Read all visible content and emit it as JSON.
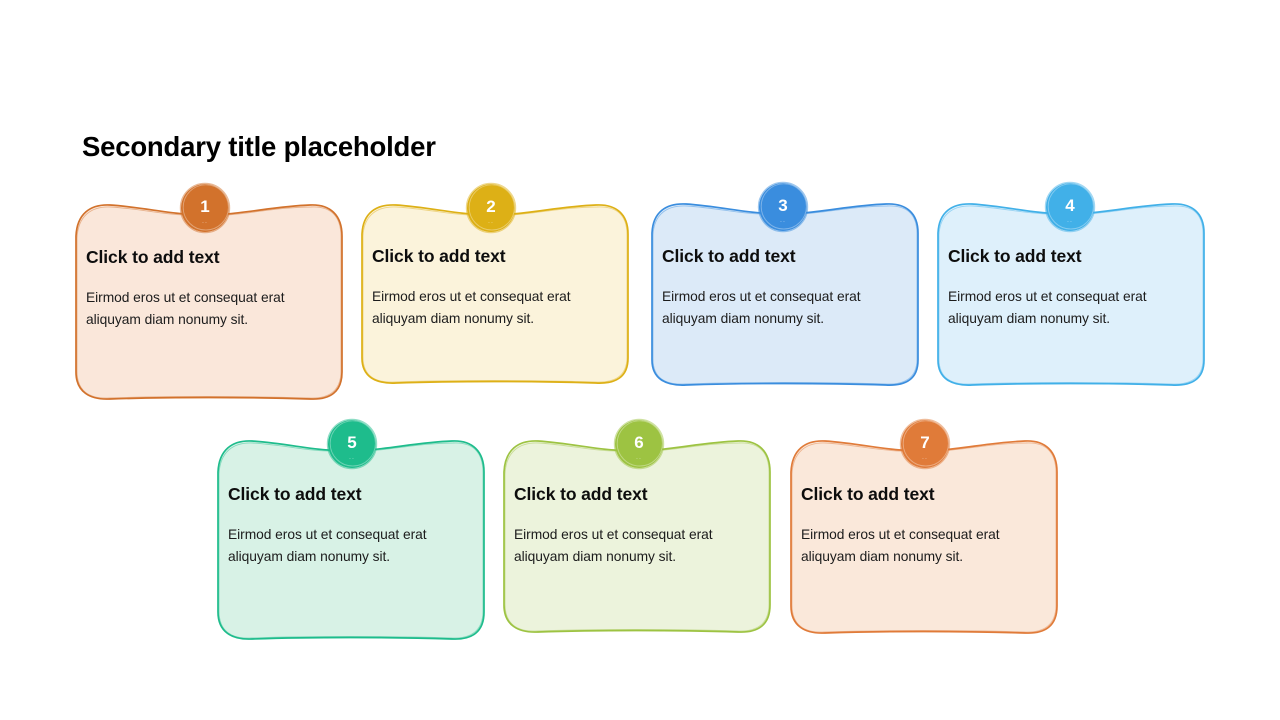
{
  "slide": {
    "background": "#ffffff",
    "title": "Secondary title placeholder"
  },
  "cards": [
    {
      "number": "1",
      "heading": "Click to add text",
      "body": "Eirmod eros ut et consequat erat aliquyam diam nonumy sit.",
      "accent": "#D2722C",
      "fill": "#FAE7DA",
      "badge_mark": ".."
    },
    {
      "number": "2",
      "heading": "Click to add text",
      "body": "Eirmod eros ut et consequat erat aliquyam diam nonumy sit.",
      "accent": "#DDB016",
      "fill": "#FBF3DB",
      "badge_mark": ".."
    },
    {
      "number": "3",
      "heading": "Click to add text",
      "body": "Eirmod eros ut et consequat erat aliquyam diam nonumy sit.",
      "accent": "#3A8DDE",
      "fill": "#DCEAF8",
      "badge_mark": ".."
    },
    {
      "number": "4",
      "heading": "Click to add text",
      "body": "Eirmod eros ut et consequat erat aliquyam diam nonumy sit.",
      "accent": "#41B0E8",
      "fill": "#DEF0FB",
      "badge_mark": ".."
    },
    {
      "number": "5",
      "heading": "Click to add text",
      "body": "Eirmod eros ut et consequat erat aliquyam diam nonumy sit.",
      "accent": "#1EBC8C",
      "fill": "#D8F2E6",
      "badge_mark": ".."
    },
    {
      "number": "6",
      "heading": "Click to add text",
      "body": "Eirmod eros ut et consequat erat aliquyam diam nonumy sit.",
      "accent": "#9DC342",
      "fill": "#ECF3DC",
      "badge_mark": ".."
    },
    {
      "number": "7",
      "heading": "Click to add text",
      "body": "Eirmod eros ut et consequat erat aliquyam diam nonumy sit.",
      "accent": "#E07B39",
      "fill": "#FAE8DA",
      "badge_mark": ".."
    }
  ]
}
